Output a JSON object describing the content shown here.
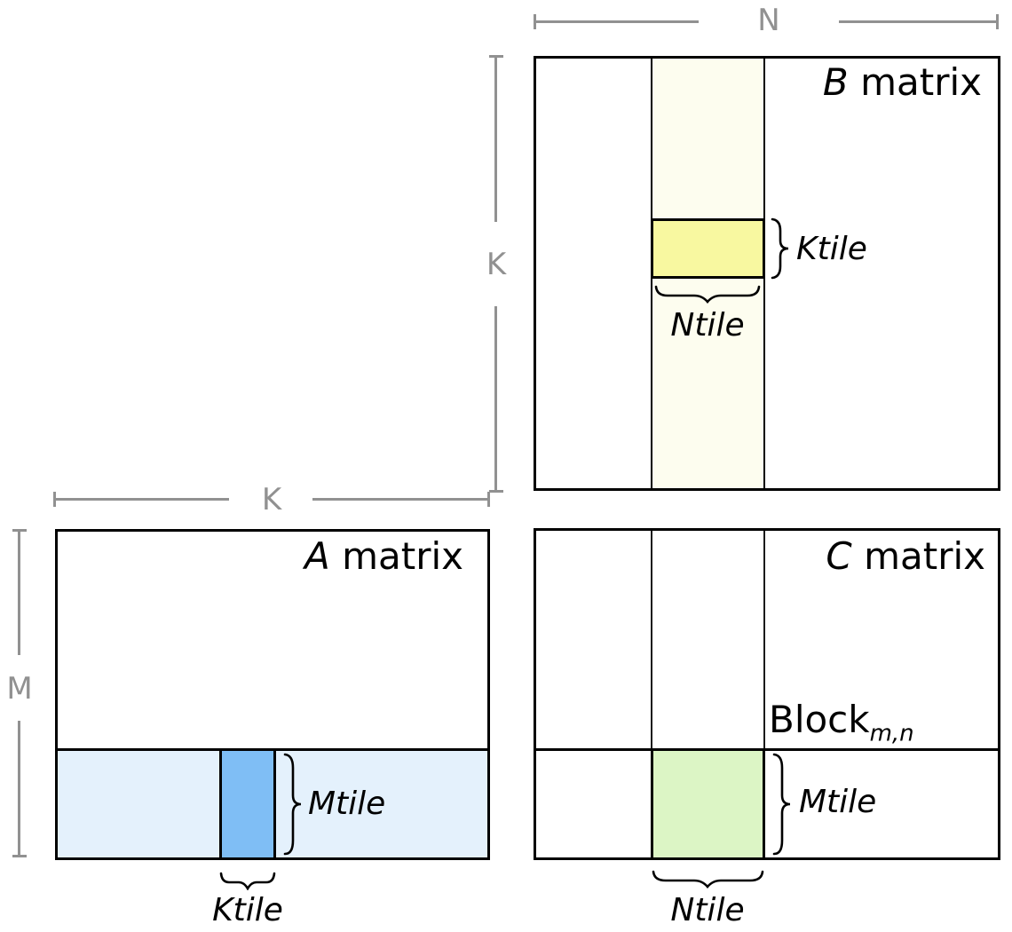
{
  "colors": {
    "line-gray": "#919191",
    "ink": "#000000",
    "ivory-strip": "#FDFDEF",
    "yellow-tile": "#F8F8A0",
    "blue-strip": "#E4F1FC",
    "blue-tile": "#7FBEF5",
    "green-tile": "#DCF5C5"
  },
  "dimensions": {
    "n_label": "N",
    "k_vertical_label": "K",
    "k_horizontal_label": "K",
    "m_label": "M"
  },
  "matrix_b": {
    "title_letter": "B",
    "title_word": "matrix",
    "ktile_label": "Ktile",
    "ntile_label": "Ntile"
  },
  "matrix_a": {
    "title_letter": "A",
    "title_word": "matrix",
    "mtile_label": "Mtile",
    "ktile_label": "Ktile"
  },
  "matrix_c": {
    "title_letter": "C",
    "title_word": "matrix",
    "block_label": "Block",
    "block_subscript": "m,n",
    "mtile_label": "Mtile",
    "ntile_label": "Ntile"
  }
}
